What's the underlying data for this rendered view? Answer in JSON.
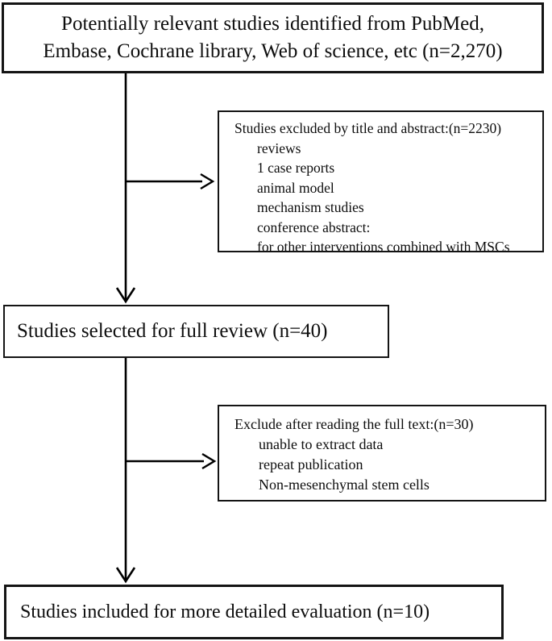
{
  "flowchart": {
    "box_identified": {
      "line1": "Potentially relevant studies identified from PubMed,",
      "line2": "Embase, Cochrane library, Web of science, etc (n=2,270)"
    },
    "box_excluded_abstract": {
      "title": "Studies excluded by title and abstract:(n=2230)",
      "items": [
        "reviews",
        "1 case reports",
        "animal model",
        "mechanism studies",
        "conference abstract:",
        "for other interventions combined with MSCs"
      ]
    },
    "box_full_review": {
      "text": "Studies selected for full review (n=40)"
    },
    "box_excluded_fulltext": {
      "title": "Exclude after reading the full text:(n=30)",
      "items": [
        "unable to extract data",
        "repeat publication",
        "Non-mesenchymal stem cells"
      ]
    },
    "box_included": {
      "text": "Studies included for more detailed evaluation (n=10)"
    }
  },
  "colors": {
    "border": "#141414",
    "text": "#0d0d0d",
    "arrow": "#000000",
    "background": "#ffffff"
  }
}
